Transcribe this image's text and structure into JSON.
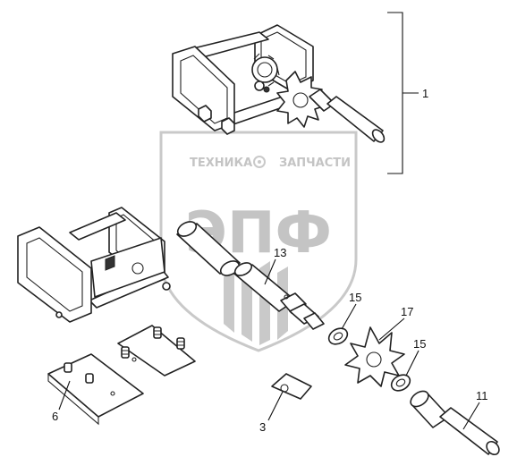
{
  "watermark": {
    "line1_left": "ТЕХНИКА",
    "line1_right": "ЗАПЧАСТИ",
    "logo": "ЭПФ"
  },
  "callouts": [
    {
      "id": "assembly",
      "label": "1"
    },
    {
      "id": "shaft-13",
      "label": "13"
    },
    {
      "id": "washer-15-upper",
      "label": "15"
    },
    {
      "id": "sprocket-17",
      "label": "17"
    },
    {
      "id": "washer-15-lower",
      "label": "15"
    },
    {
      "id": "handle-11",
      "label": "11"
    },
    {
      "id": "plate-6",
      "label": "6"
    },
    {
      "id": "key-3",
      "label": "3"
    }
  ],
  "icons": {
    "gear": "gear-icon",
    "wheat": "wheat-icon"
  },
  "colors": {
    "line": "#222222",
    "watermark": "#c9c9c9"
  }
}
